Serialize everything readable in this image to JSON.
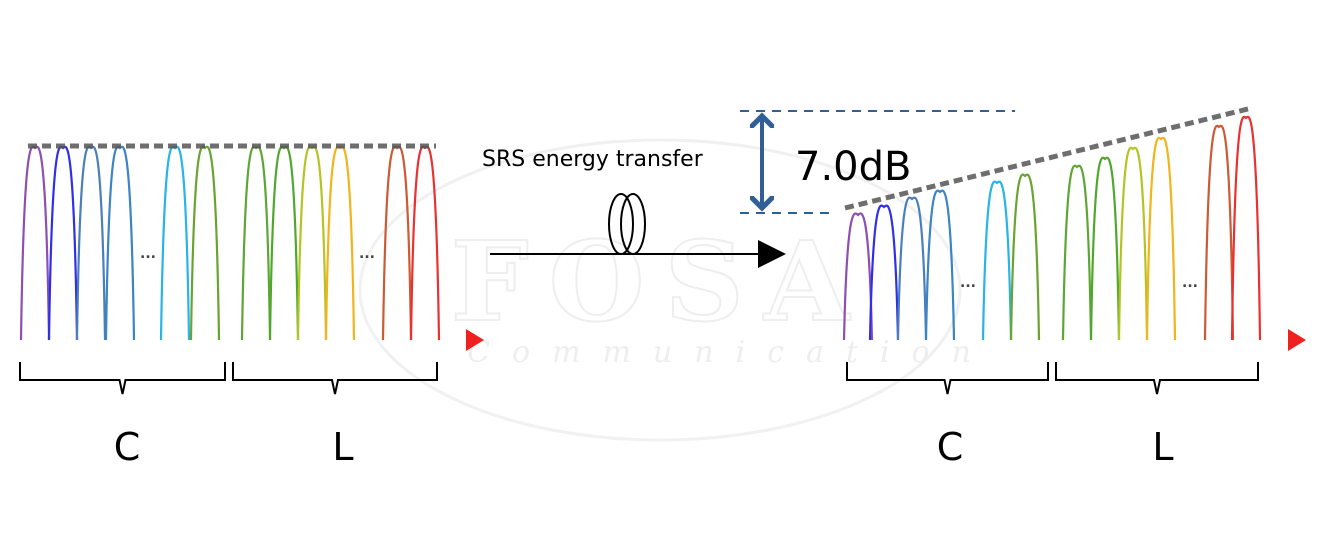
{
  "transfer_label": "SRS energy transfer",
  "tilt_label": "7.0dB",
  "band_labels": {
    "c": "C",
    "l": "L"
  },
  "ellipsis": "...",
  "watermark": {
    "brand": "FOSA",
    "sub": "Communication"
  },
  "channel_colors": [
    "#8e4fb3",
    "#2f2fe6",
    "#4a7fbb",
    "#3c84c4",
    "#27b4e6",
    "#6aa332",
    "#5ea634",
    "#4fa82e",
    "#b4c424",
    "#f2b41c",
    "#cc5a34",
    "#e83232"
  ],
  "colors": {
    "arrow_tilt": "#2f5f94",
    "dashed_ref": "#555555",
    "axis_arrow": "#f02020"
  }
}
